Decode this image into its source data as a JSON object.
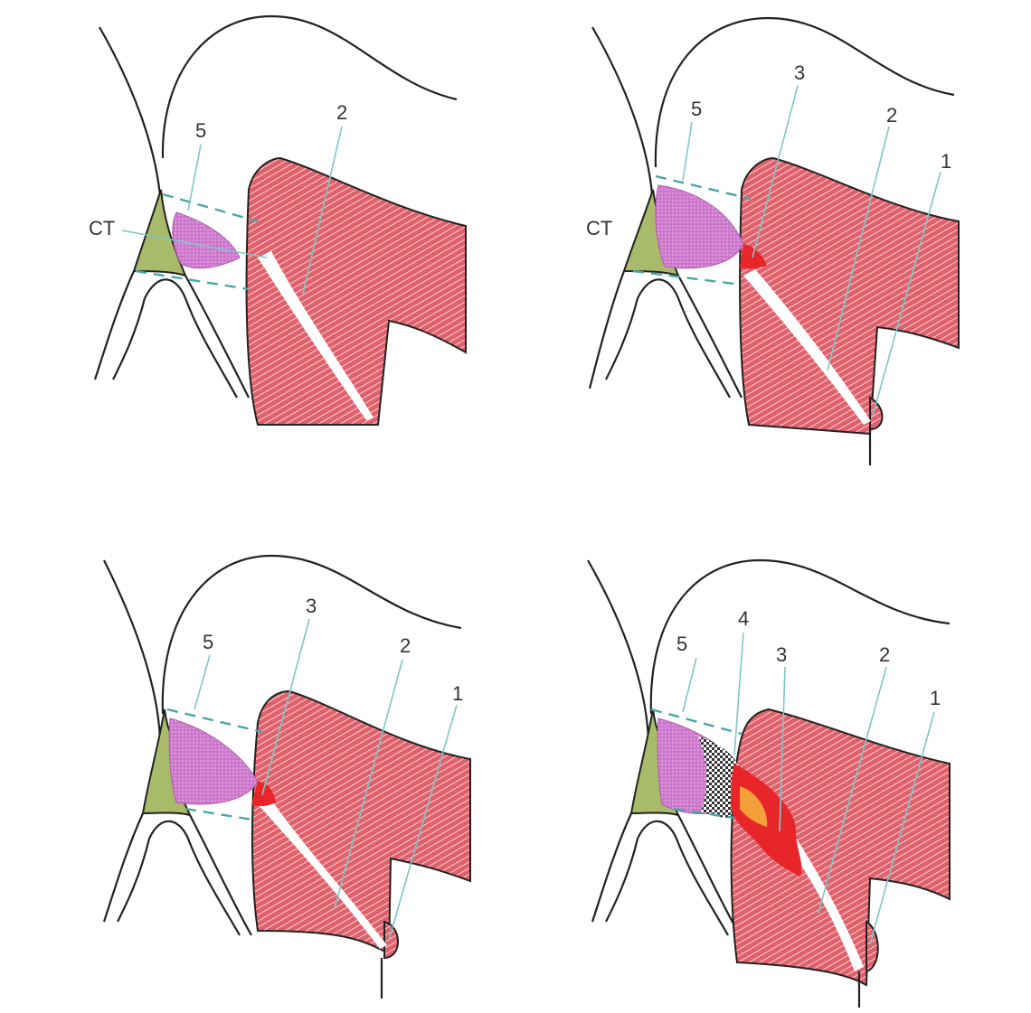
{
  "figure": {
    "colors": {
      "muscle": "#e0616b",
      "muscle_hatch": "#ffffff",
      "green": "#a9bb6a",
      "purple": "#cc77cc",
      "leader": "#7fc6c6",
      "dash": "#4aa6a6",
      "lesion_red": "#e8262a",
      "lesion_orange": "#f3a03a",
      "outline": "#222222"
    },
    "panels": [
      {
        "labels": {
          "ct": "CT",
          "l5": "5",
          "l2": "2"
        }
      },
      {
        "labels": {
          "ct": "CT",
          "l5": "5",
          "l3": "3",
          "l2": "2",
          "l1": "1"
        }
      },
      {
        "labels": {
          "l5": "5",
          "l3": "3",
          "l2": "2",
          "l1": "1"
        }
      },
      {
        "labels": {
          "l5": "5",
          "l4": "4",
          "l3": "3",
          "l2": "2",
          "l1": "1"
        }
      }
    ]
  }
}
